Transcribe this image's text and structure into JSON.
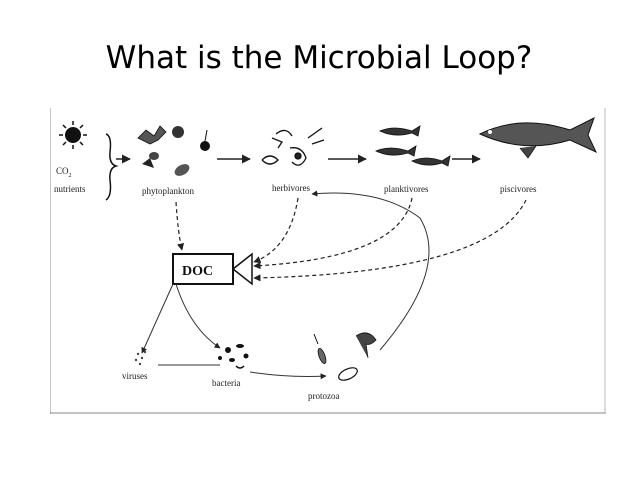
{
  "slide": {
    "title": "What is the Microbial Loop?"
  },
  "diagram": {
    "inputs": {
      "co2": "CO",
      "co2_sub": "2",
      "nutrients": "nutrients"
    },
    "nodes": {
      "phytoplankton": "phytoplankton",
      "herbivores": "herbivores",
      "planktivores": "planktivores",
      "piscivores": "piscivores",
      "doc": "DOC",
      "viruses": "viruses",
      "bacteria": "bacteria",
      "protozoa": "protozoa"
    }
  }
}
